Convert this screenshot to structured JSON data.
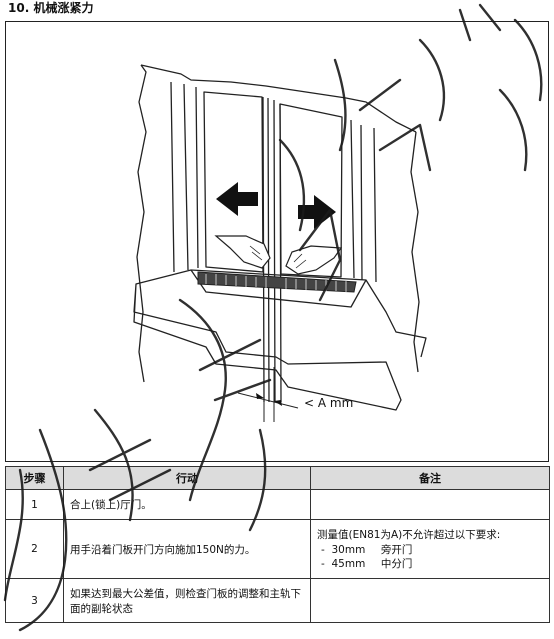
{
  "section": {
    "number": "10.",
    "title": "机械涨紧力"
  },
  "figure": {
    "annotation": "< A mm"
  },
  "table": {
    "headers": [
      "步骤",
      "行动",
      "备注"
    ],
    "rows": [
      {
        "step": "1",
        "action": "合上(锁上)厅门。",
        "remark_title": "",
        "remark_items": []
      },
      {
        "step": "2",
        "action": "用手沿着门板开门方向施加150N的力。",
        "remark_title": "测量值(EN81为A)不允许超过以下要求:",
        "remark_items": [
          {
            "dash": "-",
            "value": "30mm",
            "label": "旁开门"
          },
          {
            "dash": "-",
            "value": "45mm",
            "label": "中分门"
          }
        ]
      },
      {
        "step": "3",
        "action": "如果达到最大公差值，则检查门板的调整和主轨下面的副轮状态",
        "remark_title": "",
        "remark_items": []
      }
    ]
  }
}
